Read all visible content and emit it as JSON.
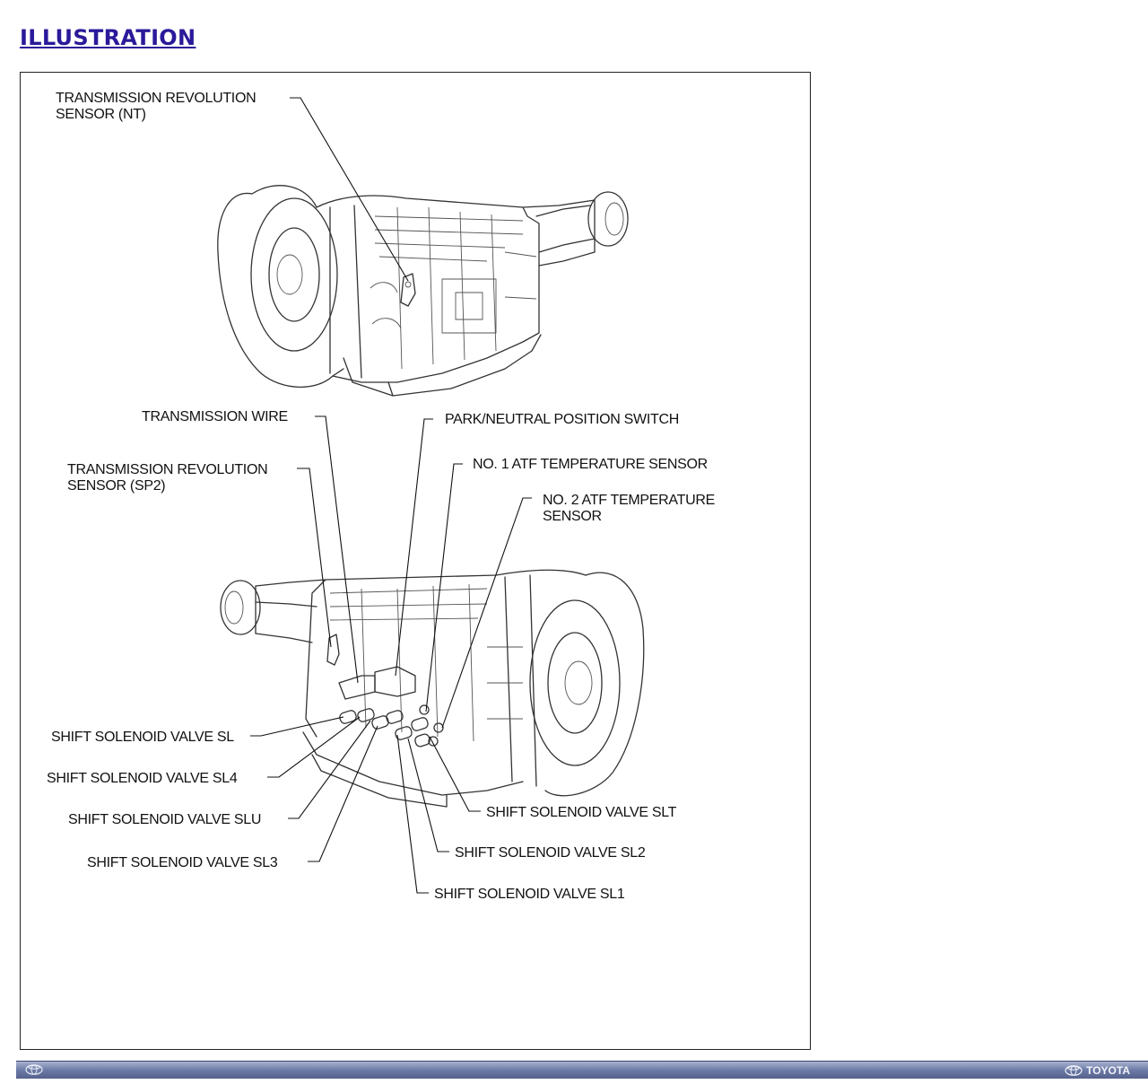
{
  "page": {
    "heading": "ILLUSTRATION"
  },
  "diagram": {
    "labels": {
      "nt_sensor_1": "TRANSMISSION REVOLUTION",
      "nt_sensor_2": "SENSOR (NT)",
      "trans_wire": "TRANSMISSION WIRE",
      "pnp_switch": "PARK/NEUTRAL POSITION SWITCH",
      "atf_sensor_1": "NO. 1 ATF TEMPERATURE SENSOR",
      "atf_sensor_2_1": "NO. 2 ATF TEMPERATURE",
      "atf_sensor_2_2": "SENSOR",
      "sp2_sensor_1": "TRANSMISSION REVOLUTION",
      "sp2_sensor_2": "SENSOR (SP2)",
      "valve_sl": "SHIFT SOLENOID VALVE SL",
      "valve_sl4": "SHIFT SOLENOID VALVE SL4",
      "valve_slu": "SHIFT SOLENOID VALVE SLU",
      "valve_sl3": "SHIFT SOLENOID VALVE SL3",
      "valve_slt": "SHIFT SOLENOID VALVE SLT",
      "valve_sl2": "SHIFT SOLENOID VALVE SL2",
      "valve_sl1": "SHIFT SOLENOID VALVE SL1"
    }
  },
  "footer": {
    "brand": "TOYOTA",
    "logo_icon": "toyota-logo-icon"
  },
  "colors": {
    "heading": "#2a1a9a",
    "footer_bar": "#6c7aa6"
  }
}
